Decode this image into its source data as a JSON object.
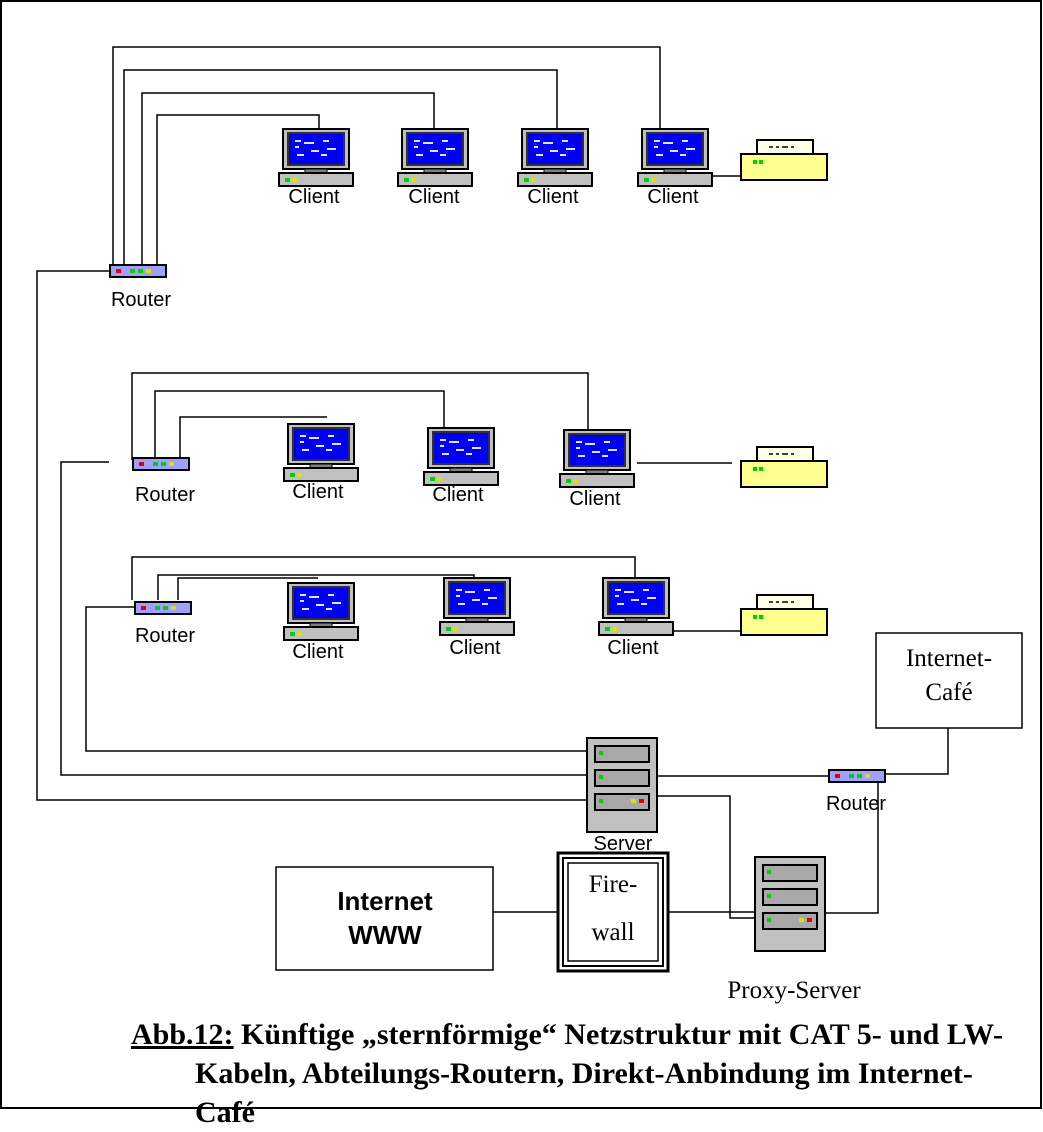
{
  "labels": {
    "client": "Client",
    "router": "Router",
    "server": "Server",
    "proxy_server": "Proxy-Server",
    "internet_line1": "Internet",
    "internet_line2": "WWW",
    "firewall_line1": "Fire-",
    "firewall_line2": "wall",
    "cafe_line1": "Internet-",
    "cafe_line2": "Café"
  },
  "caption": {
    "figure_label": "Abb.12:",
    "line1": " Künftige „sternförmige“ Netzstruktur mit CAT 5- und LW-",
    "line2": "Kabeln, Abteilungs-Routern, Direkt-Anbindung im Internet-Café"
  },
  "colors": {
    "screen": "#0000f0",
    "case": "#c0c0c0",
    "router_body": "#a0a0ff",
    "printer_paper": "#ffffe8",
    "printer_body": "#ffff90",
    "led_green": "#00d000",
    "led_yellow": "#e0e000",
    "led_red": "#e00000"
  }
}
